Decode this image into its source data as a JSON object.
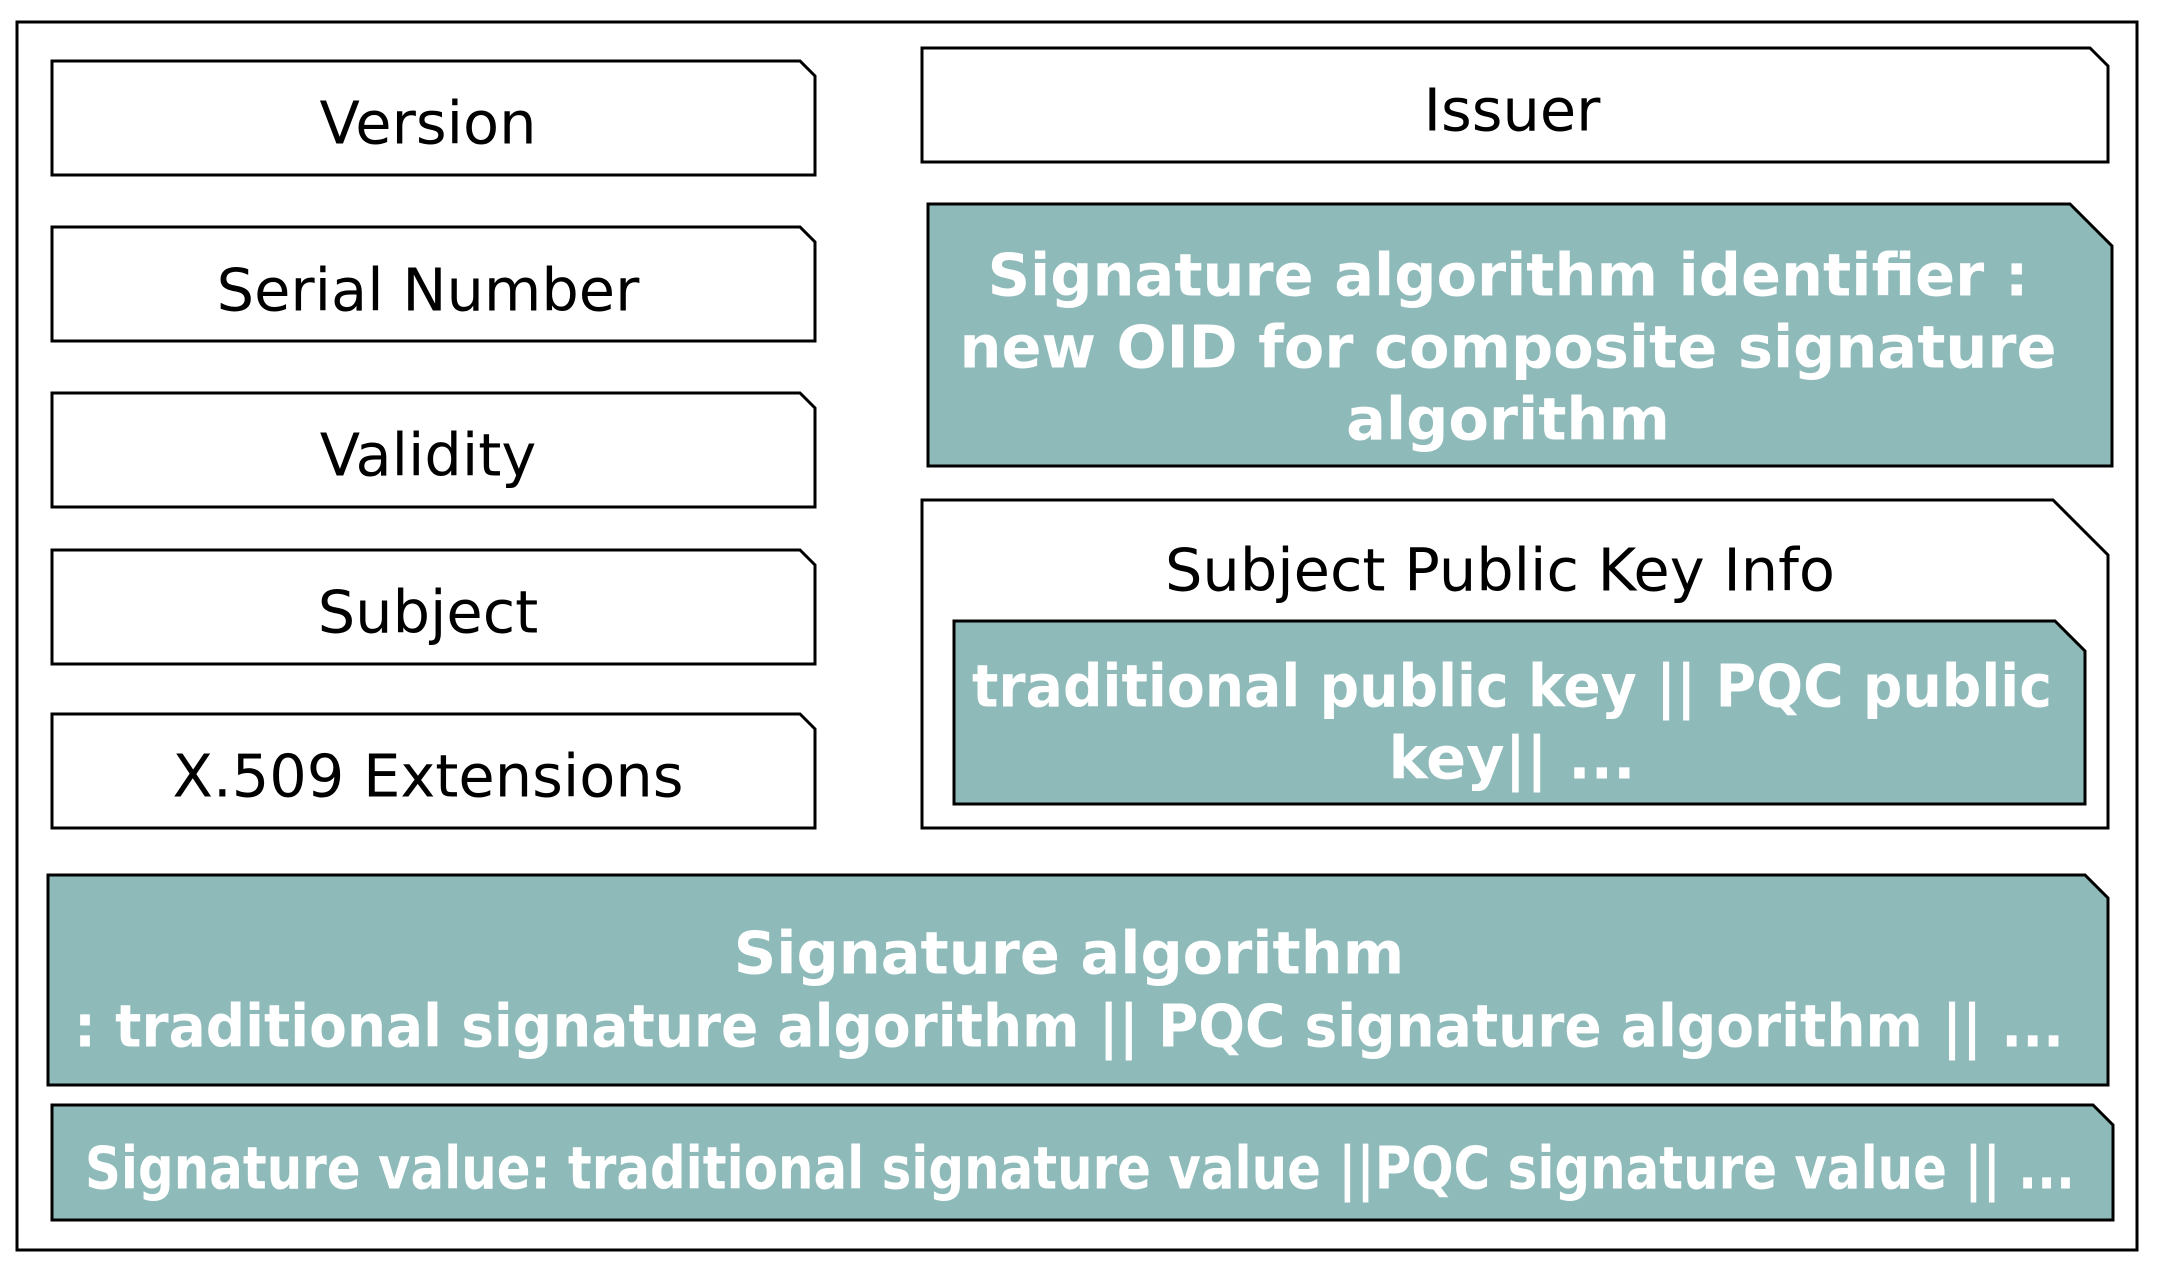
{
  "colors": {
    "teal_fill": "#8fbaba",
    "teal_text": "#ffffff",
    "box_stroke": "#000000",
    "plain_fill": "#ffffff",
    "plain_text": "#000000"
  },
  "fields": {
    "version": "Version",
    "serial_number": "Serial Number",
    "validity": "Validity",
    "subject": "Subject",
    "extensions": "X.509 Extensions",
    "issuer": "Issuer",
    "sig_alg_identifier": {
      "line1": "Signature algorithm identifier :",
      "line2": "new OID for composite signature",
      "line3": "algorithm"
    },
    "subject_public_key_info": {
      "title": "Subject Public Key Info",
      "key_line1": "traditional public key || PQC public",
      "key_line2": "key|| ..."
    },
    "signature_algorithm": {
      "line1": "Signature algorithm",
      "line2": ": traditional signature algorithm || PQC signature algorithm || ..."
    },
    "signature_value": "Signature value: traditional signature value ||PQC signature value || ..."
  }
}
